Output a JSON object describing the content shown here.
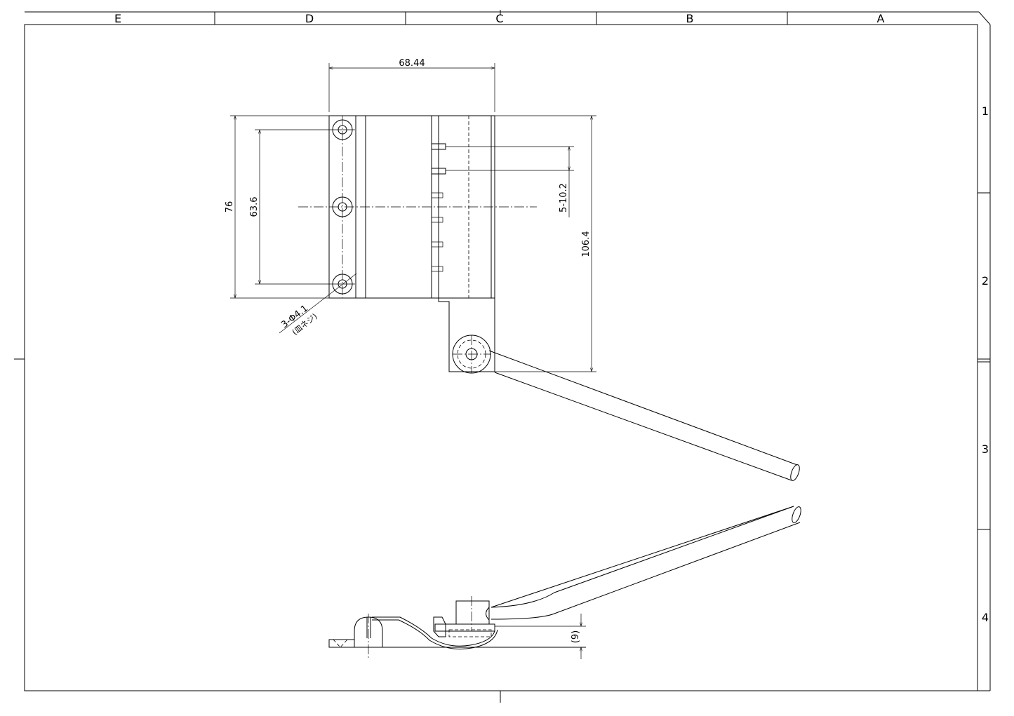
{
  "frame": {
    "columns": [
      "E",
      "D",
      "C",
      "B",
      "A"
    ],
    "rows": [
      "1",
      "2",
      "3",
      "4"
    ]
  },
  "dimensions": {
    "width_top": "68.44",
    "height_outer": "76",
    "hole_pitch": "63.6",
    "adjust_range": "5-10.2",
    "total_height": "106.4",
    "hole_note_line1": "3-Φ4.1",
    "hole_note_line2": "(皿ネジ)",
    "side_height": "(9)"
  }
}
